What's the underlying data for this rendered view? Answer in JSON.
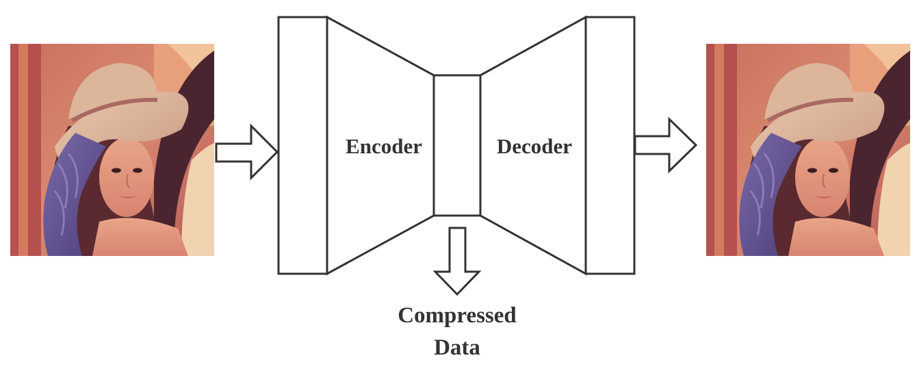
{
  "labels": {
    "encoder": "Encoder",
    "decoder": "Decoder",
    "compressed_line1": "Compressed",
    "compressed_line2": "Data"
  },
  "icons": {
    "input_image": "portrait-photo-image",
    "output_image": "portrait-photo-image",
    "arrow_in": "arrow-right-icon",
    "arrow_out": "arrow-right-icon",
    "arrow_down": "arrow-down-icon"
  },
  "colors": {
    "stroke": "#333333",
    "text": "#333333",
    "fill": "#ffffff"
  }
}
